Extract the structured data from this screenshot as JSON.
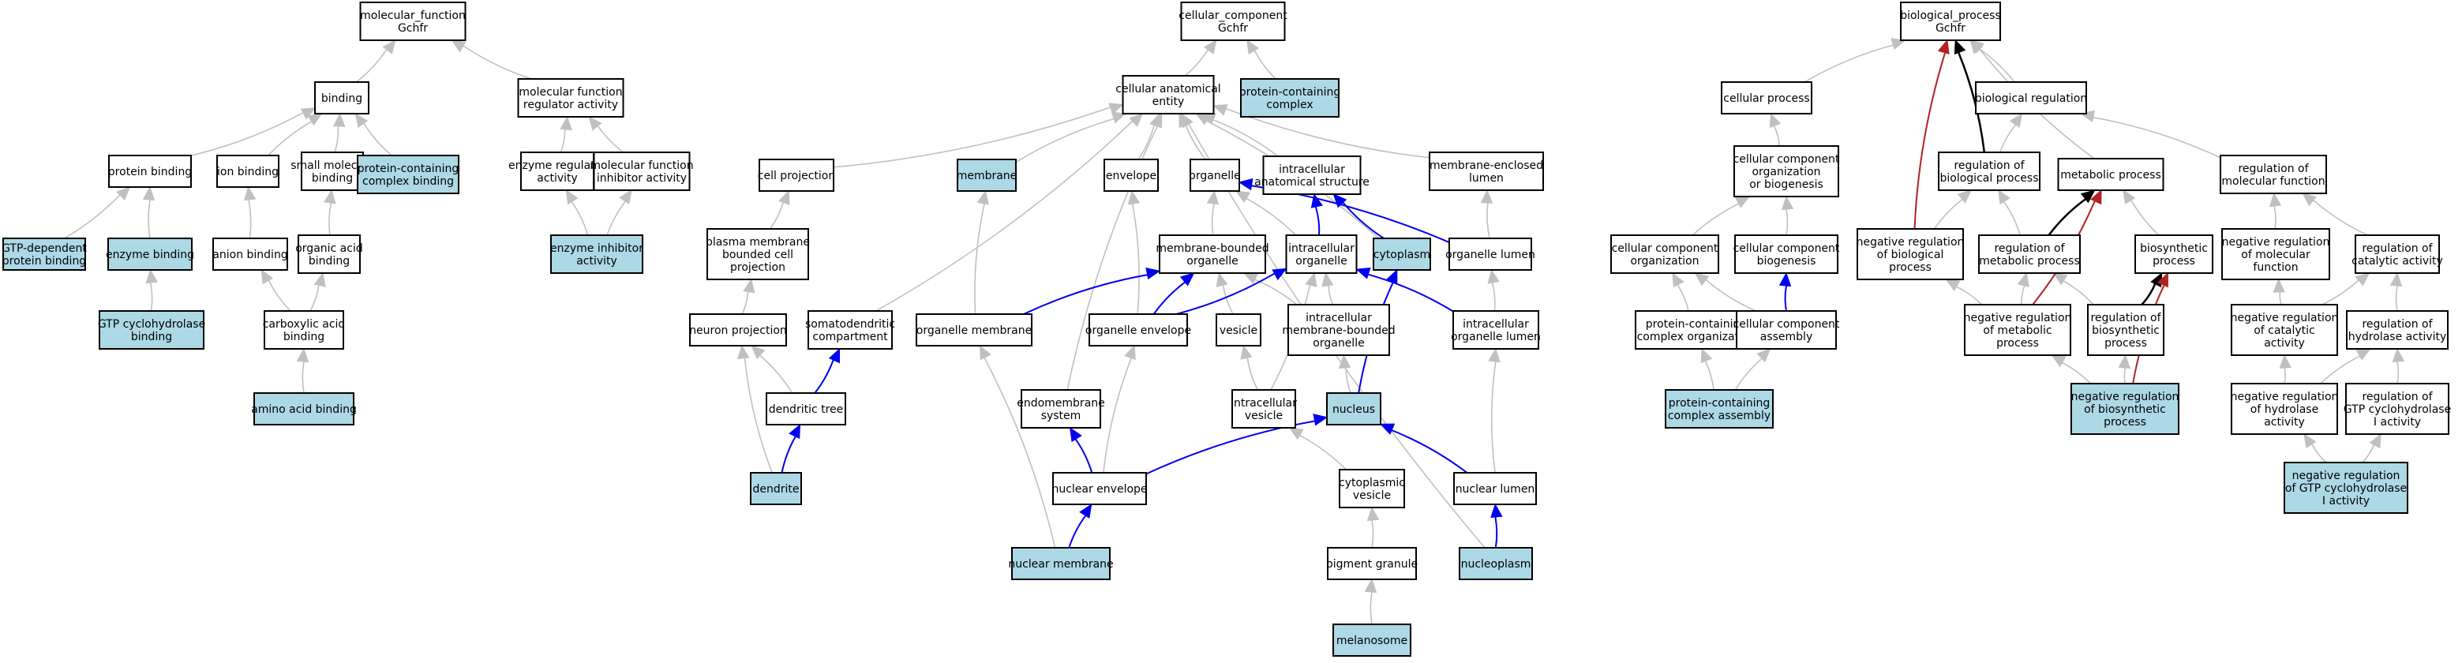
{
  "colors": {
    "plain": "#ffffff",
    "highlight": "#add8e6",
    "edge_gray": "#c0c0c0",
    "edge_blue": "#0000ee",
    "edge_black": "#000000",
    "edge_red": "#b22222"
  },
  "nodes": [
    {
      "id": "mf",
      "lines": [
        "molecular_function",
        "Gchfr"
      ],
      "hl": false
    },
    {
      "id": "binding",
      "lines": [
        "binding"
      ],
      "hl": false
    },
    {
      "id": "mfreg",
      "lines": [
        "molecular function",
        "regulator activity"
      ],
      "hl": false
    },
    {
      "id": "protbind",
      "lines": [
        "protein binding"
      ],
      "hl": false
    },
    {
      "id": "ionbind",
      "lines": [
        "ion binding"
      ],
      "hl": false
    },
    {
      "id": "smallmol",
      "lines": [
        "small molecule",
        "binding"
      ],
      "hl": false
    },
    {
      "id": "pccbind",
      "lines": [
        "protein-containing",
        "complex binding"
      ],
      "hl": true
    },
    {
      "id": "enzreg",
      "lines": [
        "enzyme regulator",
        "activity"
      ],
      "hl": false
    },
    {
      "id": "mfinhib",
      "lines": [
        "molecular function",
        "inhibitor activity"
      ],
      "hl": false
    },
    {
      "id": "gtpdep",
      "lines": [
        "GTP-dependent",
        "protein binding"
      ],
      "hl": true
    },
    {
      "id": "enzbind",
      "lines": [
        "enzyme binding"
      ],
      "hl": true
    },
    {
      "id": "anionbind",
      "lines": [
        "anion binding"
      ],
      "hl": false
    },
    {
      "id": "orgacid",
      "lines": [
        "organic acid",
        "binding"
      ],
      "hl": false
    },
    {
      "id": "enzinhib",
      "lines": [
        "enzyme inhibitor",
        "activity"
      ],
      "hl": true
    },
    {
      "id": "gtpcyc",
      "lines": [
        "GTP cyclohydrolase",
        "binding"
      ],
      "hl": true
    },
    {
      "id": "carbox",
      "lines": [
        "carboxylic acid",
        "binding"
      ],
      "hl": false
    },
    {
      "id": "aabind",
      "lines": [
        "amino acid binding"
      ],
      "hl": true
    },
    {
      "id": "cc",
      "lines": [
        "cellular_component",
        "Gchfr"
      ],
      "hl": false
    },
    {
      "id": "pcc",
      "lines": [
        "protein-containing",
        "complex"
      ],
      "hl": true
    },
    {
      "id": "cae",
      "lines": [
        "cellular anatomical",
        "entity"
      ],
      "hl": false
    },
    {
      "id": "cellproj",
      "lines": [
        "cell projection"
      ],
      "hl": false
    },
    {
      "id": "membrane",
      "lines": [
        "membrane"
      ],
      "hl": true
    },
    {
      "id": "envelope",
      "lines": [
        "envelope"
      ],
      "hl": false
    },
    {
      "id": "organelle",
      "lines": [
        "organelle"
      ],
      "hl": false
    },
    {
      "id": "ias",
      "lines": [
        "intracellular",
        "anatomical structure"
      ],
      "hl": false
    },
    {
      "id": "melumen",
      "lines": [
        "membrane-enclosed",
        "lumen"
      ],
      "hl": false
    },
    {
      "id": "pmbcp",
      "lines": [
        "plasma membrane",
        "bounded cell",
        "projection"
      ],
      "hl": false
    },
    {
      "id": "mbo",
      "lines": [
        "membrane-bounded",
        "organelle"
      ],
      "hl": false
    },
    {
      "id": "intorg",
      "lines": [
        "intracellular",
        "organelle"
      ],
      "hl": false
    },
    {
      "id": "cytoplasm",
      "lines": [
        "cytoplasm"
      ],
      "hl": true
    },
    {
      "id": "orglumen",
      "lines": [
        "organelle lumen"
      ],
      "hl": false
    },
    {
      "id": "neuronproj",
      "lines": [
        "neuron projection"
      ],
      "hl": false
    },
    {
      "id": "somato",
      "lines": [
        "somatodendritic",
        "compartment"
      ],
      "hl": false
    },
    {
      "id": "orgmem",
      "lines": [
        "organelle membrane"
      ],
      "hl": false
    },
    {
      "id": "orgenv",
      "lines": [
        "organelle envelope"
      ],
      "hl": false
    },
    {
      "id": "vesicle",
      "lines": [
        "vesicle"
      ],
      "hl": false
    },
    {
      "id": "imbo",
      "lines": [
        "intracellular",
        "membrane-bounded",
        "organelle"
      ],
      "hl": false
    },
    {
      "id": "iol",
      "lines": [
        "intracellular",
        "organelle lumen"
      ],
      "hl": false
    },
    {
      "id": "dendtree",
      "lines": [
        "dendritic tree"
      ],
      "hl": false
    },
    {
      "id": "endomem",
      "lines": [
        "endomembrane",
        "system"
      ],
      "hl": false
    },
    {
      "id": "intves",
      "lines": [
        "intracellular",
        "vesicle"
      ],
      "hl": false
    },
    {
      "id": "nucleus",
      "lines": [
        "nucleus"
      ],
      "hl": true
    },
    {
      "id": "dendrite",
      "lines": [
        "dendrite"
      ],
      "hl": true
    },
    {
      "id": "nucenv",
      "lines": [
        "nuclear envelope"
      ],
      "hl": false
    },
    {
      "id": "cytoves",
      "lines": [
        "cytoplasmic",
        "vesicle"
      ],
      "hl": false
    },
    {
      "id": "nuclumen",
      "lines": [
        "nuclear lumen"
      ],
      "hl": false
    },
    {
      "id": "nucmem",
      "lines": [
        "nuclear membrane"
      ],
      "hl": true
    },
    {
      "id": "pigment",
      "lines": [
        "pigment granule"
      ],
      "hl": false
    },
    {
      "id": "nucleoplasm",
      "lines": [
        "nucleoplasm"
      ],
      "hl": true
    },
    {
      "id": "melanosome",
      "lines": [
        "melanosome"
      ],
      "hl": true
    },
    {
      "id": "bp",
      "lines": [
        "biological_process",
        "Gchfr"
      ],
      "hl": false
    },
    {
      "id": "cellproc",
      "lines": [
        "cellular process"
      ],
      "hl": false
    },
    {
      "id": "bioreg",
      "lines": [
        "biological regulation"
      ],
      "hl": false
    },
    {
      "id": "ccob",
      "lines": [
        "cellular component",
        "organization",
        "or biogenesis"
      ],
      "hl": false
    },
    {
      "id": "regbp",
      "lines": [
        "regulation of",
        "biological process"
      ],
      "hl": false
    },
    {
      "id": "metproc",
      "lines": [
        "metabolic process"
      ],
      "hl": false
    },
    {
      "id": "regmf",
      "lines": [
        "regulation of",
        "molecular function"
      ],
      "hl": false
    },
    {
      "id": "ccorg",
      "lines": [
        "cellular component",
        "organization"
      ],
      "hl": false
    },
    {
      "id": "ccbio",
      "lines": [
        "cellular component",
        "biogenesis"
      ],
      "hl": false
    },
    {
      "id": "negregbp",
      "lines": [
        "negative regulation",
        "of biological",
        "process"
      ],
      "hl": false
    },
    {
      "id": "regmp",
      "lines": [
        "regulation of",
        "metabolic process"
      ],
      "hl": false
    },
    {
      "id": "biosyn",
      "lines": [
        "biosynthetic",
        "process"
      ],
      "hl": false
    },
    {
      "id": "negregmf",
      "lines": [
        "negative regulation",
        "of molecular",
        "function"
      ],
      "hl": false
    },
    {
      "id": "regcat",
      "lines": [
        "regulation of",
        "catalytic activity"
      ],
      "hl": false
    },
    {
      "id": "pccorg",
      "lines": [
        "protein-containing",
        "complex organization"
      ],
      "hl": false
    },
    {
      "id": "ccasm",
      "lines": [
        "cellular component",
        "assembly"
      ],
      "hl": false
    },
    {
      "id": "negregmp",
      "lines": [
        "negative regulation",
        "of metabolic",
        "process"
      ],
      "hl": false
    },
    {
      "id": "regbsp",
      "lines": [
        "regulation of",
        "biosynthetic",
        "process"
      ],
      "hl": false
    },
    {
      "id": "negregcat",
      "lines": [
        "negative regulation",
        "of catalytic",
        "activity"
      ],
      "hl": false
    },
    {
      "id": "reghyd",
      "lines": [
        "regulation of",
        "hydrolase activity"
      ],
      "hl": false
    },
    {
      "id": "pccasm",
      "lines": [
        "protein-containing",
        "complex assembly"
      ],
      "hl": true
    },
    {
      "id": "negregbsp",
      "lines": [
        "negative regulation",
        "of biosynthetic",
        "process"
      ],
      "hl": true
    },
    {
      "id": "negreghyd",
      "lines": [
        "negative regulation",
        "of hydrolase",
        "activity"
      ],
      "hl": false
    },
    {
      "id": "reggtp",
      "lines": [
        "regulation of",
        "GTP cyclohydrolase",
        "I activity"
      ],
      "hl": false
    },
    {
      "id": "negreggtp",
      "lines": [
        "negative regulation",
        "of GTP cyclohydrolase",
        "I activity"
      ],
      "hl": true
    }
  ],
  "edges": [
    {
      "from": "binding",
      "to": "mf",
      "kind": "is_a"
    },
    {
      "from": "mfreg",
      "to": "mf",
      "kind": "is_a"
    },
    {
      "from": "protbind",
      "to": "binding",
      "kind": "is_a"
    },
    {
      "from": "ionbind",
      "to": "binding",
      "kind": "is_a"
    },
    {
      "from": "smallmol",
      "to": "binding",
      "kind": "is_a"
    },
    {
      "from": "pccbind",
      "to": "binding",
      "kind": "is_a"
    },
    {
      "from": "enzreg",
      "to": "mfreg",
      "kind": "is_a"
    },
    {
      "from": "mfinhib",
      "to": "mfreg",
      "kind": "is_a"
    },
    {
      "from": "gtpdep",
      "to": "protbind",
      "kind": "is_a"
    },
    {
      "from": "enzbind",
      "to": "protbind",
      "kind": "is_a"
    },
    {
      "from": "anionbind",
      "to": "ionbind",
      "kind": "is_a"
    },
    {
      "from": "orgacid",
      "to": "smallmol",
      "kind": "is_a"
    },
    {
      "from": "enzinhib",
      "to": "enzreg",
      "kind": "is_a"
    },
    {
      "from": "enzinhib",
      "to": "mfinhib",
      "kind": "is_a"
    },
    {
      "from": "gtpcyc",
      "to": "enzbind",
      "kind": "is_a"
    },
    {
      "from": "carbox",
      "to": "anionbind",
      "kind": "is_a"
    },
    {
      "from": "carbox",
      "to": "orgacid",
      "kind": "is_a"
    },
    {
      "from": "aabind",
      "to": "carbox",
      "kind": "is_a"
    },
    {
      "from": "cae",
      "to": "cc",
      "kind": "is_a"
    },
    {
      "from": "pcc",
      "to": "cc",
      "kind": "is_a"
    },
    {
      "from": "cellproj",
      "to": "cae",
      "kind": "is_a"
    },
    {
      "from": "membrane",
      "to": "cae",
      "kind": "is_a"
    },
    {
      "from": "envelope",
      "to": "cae",
      "kind": "is_a"
    },
    {
      "from": "organelle",
      "to": "cae",
      "kind": "is_a"
    },
    {
      "from": "ias",
      "to": "cae",
      "kind": "is_a"
    },
    {
      "from": "melumen",
      "to": "cae",
      "kind": "is_a"
    },
    {
      "from": "somato",
      "to": "cae",
      "kind": "is_a"
    },
    {
      "from": "endomem",
      "to": "cae",
      "kind": "is_a"
    },
    {
      "from": "cytoplasm",
      "to": "cae",
      "kind": "is_a"
    },
    {
      "from": "nucleoplasm",
      "to": "cae",
      "kind": "is_a"
    },
    {
      "from": "pmbcp",
      "to": "cellproj",
      "kind": "is_a"
    },
    {
      "from": "mbo",
      "to": "organelle",
      "kind": "is_a"
    },
    {
      "from": "intorg",
      "to": "organelle",
      "kind": "is_a"
    },
    {
      "from": "orglumen",
      "to": "melumen",
      "kind": "is_a"
    },
    {
      "from": "neuronproj",
      "to": "pmbcp",
      "kind": "is_a"
    },
    {
      "from": "orgmem",
      "to": "membrane",
      "kind": "is_a"
    },
    {
      "from": "orgenv",
      "to": "envelope",
      "kind": "is_a"
    },
    {
      "from": "vesicle",
      "to": "mbo",
      "kind": "is_a"
    },
    {
      "from": "imbo",
      "to": "mbo",
      "kind": "is_a"
    },
    {
      "from": "imbo",
      "to": "intorg",
      "kind": "is_a"
    },
    {
      "from": "iol",
      "to": "orglumen",
      "kind": "is_a"
    },
    {
      "from": "dendrite",
      "to": "neuronproj",
      "kind": "is_a"
    },
    {
      "from": "dendtree",
      "to": "neuronproj",
      "kind": "is_a"
    },
    {
      "from": "intves",
      "to": "vesicle",
      "kind": "is_a"
    },
    {
      "from": "intves",
      "to": "intorg",
      "kind": "is_a"
    },
    {
      "from": "nucleus",
      "to": "imbo",
      "kind": "is_a"
    },
    {
      "from": "nucmem",
      "to": "orgmem",
      "kind": "is_a"
    },
    {
      "from": "nucenv",
      "to": "orgenv",
      "kind": "is_a"
    },
    {
      "from": "cytoves",
      "to": "intves",
      "kind": "is_a"
    },
    {
      "from": "nuclumen",
      "to": "iol",
      "kind": "is_a"
    },
    {
      "from": "pigment",
      "to": "cytoves",
      "kind": "is_a"
    },
    {
      "from": "melanosome",
      "to": "pigment",
      "kind": "is_a"
    },
    {
      "from": "intorg",
      "to": "ias",
      "kind": "part_of"
    },
    {
      "from": "cytoplasm",
      "to": "ias",
      "kind": "part_of"
    },
    {
      "from": "orglumen",
      "to": "organelle",
      "kind": "part_of"
    },
    {
      "from": "orgenv",
      "to": "mbo",
      "kind": "part_of"
    },
    {
      "from": "orgenv",
      "to": "intorg",
      "kind": "part_of"
    },
    {
      "from": "orgmem",
      "to": "mbo",
      "kind": "part_of"
    },
    {
      "from": "iol",
      "to": "intorg",
      "kind": "part_of"
    },
    {
      "from": "nucleus",
      "to": "cytoplasm",
      "kind": "part_of"
    },
    {
      "from": "dendtree",
      "to": "somato",
      "kind": "part_of"
    },
    {
      "from": "dendrite",
      "to": "dendtree",
      "kind": "part_of"
    },
    {
      "from": "nucenv",
      "to": "endomem",
      "kind": "part_of"
    },
    {
      "from": "nucenv",
      "to": "nucleus",
      "kind": "part_of"
    },
    {
      "from": "nuclumen",
      "to": "nucleus",
      "kind": "part_of"
    },
    {
      "from": "nucmem",
      "to": "nucenv",
      "kind": "part_of"
    },
    {
      "from": "nucleoplasm",
      "to": "nuclumen",
      "kind": "part_of"
    },
    {
      "from": "cellproc",
      "to": "bp",
      "kind": "is_a"
    },
    {
      "from": "bioreg",
      "to": "bp",
      "kind": "is_a"
    },
    {
      "from": "metproc",
      "to": "bp",
      "kind": "is_a"
    },
    {
      "from": "ccob",
      "to": "cellproc",
      "kind": "is_a"
    },
    {
      "from": "regbp",
      "to": "bioreg",
      "kind": "is_a"
    },
    {
      "from": "regmf",
      "to": "bioreg",
      "kind": "is_a"
    },
    {
      "from": "ccorg",
      "to": "ccob",
      "kind": "is_a"
    },
    {
      "from": "ccbio",
      "to": "ccob",
      "kind": "is_a"
    },
    {
      "from": "negregbp",
      "to": "regbp",
      "kind": "is_a"
    },
    {
      "from": "regmp",
      "to": "regbp",
      "kind": "is_a"
    },
    {
      "from": "biosyn",
      "to": "metproc",
      "kind": "is_a"
    },
    {
      "from": "negregmf",
      "to": "regmf",
      "kind": "is_a"
    },
    {
      "from": "regcat",
      "to": "regmf",
      "kind": "is_a"
    },
    {
      "from": "pccorg",
      "to": "ccorg",
      "kind": "is_a"
    },
    {
      "from": "ccasm",
      "to": "ccorg",
      "kind": "is_a"
    },
    {
      "from": "negregmp",
      "to": "negregbp",
      "kind": "is_a"
    },
    {
      "from": "negregmp",
      "to": "regmp",
      "kind": "is_a"
    },
    {
      "from": "regbsp",
      "to": "regmp",
      "kind": "is_a"
    },
    {
      "from": "negregcat",
      "to": "negregmf",
      "kind": "is_a"
    },
    {
      "from": "negregcat",
      "to": "regcat",
      "kind": "is_a"
    },
    {
      "from": "reghyd",
      "to": "regcat",
      "kind": "is_a"
    },
    {
      "from": "pccasm",
      "to": "pccorg",
      "kind": "is_a"
    },
    {
      "from": "pccasm",
      "to": "ccasm",
      "kind": "is_a"
    },
    {
      "from": "negregbsp",
      "to": "negregmp",
      "kind": "is_a"
    },
    {
      "from": "negregbsp",
      "to": "regbsp",
      "kind": "is_a"
    },
    {
      "from": "negreghyd",
      "to": "negregcat",
      "kind": "is_a"
    },
    {
      "from": "negreghyd",
      "to": "reghyd",
      "kind": "is_a"
    },
    {
      "from": "reggtp",
      "to": "reghyd",
      "kind": "is_a"
    },
    {
      "from": "negreggtp",
      "to": "negreghyd",
      "kind": "is_a"
    },
    {
      "from": "negreggtp",
      "to": "reggtp",
      "kind": "is_a"
    },
    {
      "from": "ccasm",
      "to": "ccbio",
      "kind": "part_of"
    },
    {
      "from": "regbp",
      "to": "bp",
      "kind": "regulates"
    },
    {
      "from": "regmp",
      "to": "metproc",
      "kind": "regulates"
    },
    {
      "from": "regbsp",
      "to": "biosyn",
      "kind": "regulates"
    },
    {
      "from": "negregbp",
      "to": "bp",
      "kind": "negatively_regulates"
    },
    {
      "from": "negregmp",
      "to": "metproc",
      "kind": "negatively_regulates"
    },
    {
      "from": "negregbsp",
      "to": "biosyn",
      "kind": "negatively_regulates"
    }
  ]
}
